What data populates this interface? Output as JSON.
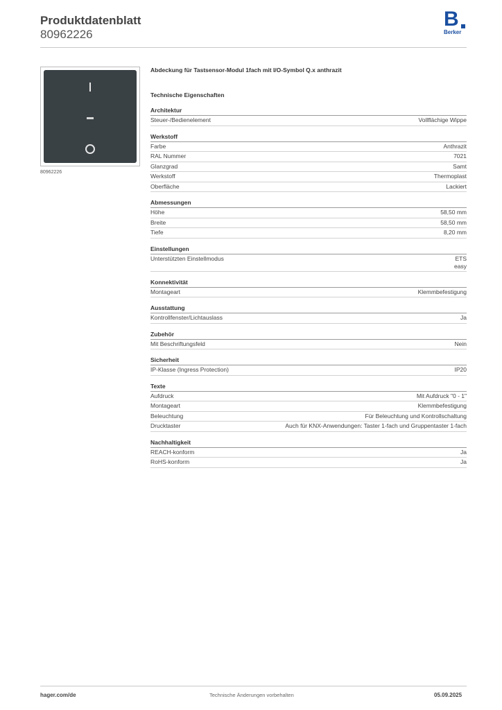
{
  "header": {
    "title": "Produktdatenblatt",
    "article_number": "80962226",
    "brand": "Berker",
    "brand_letter": "B",
    "brand_color": "#1a4fa0"
  },
  "product": {
    "image_caption": "80962226",
    "name": "Abdeckung für Tastsensor-Modul 1fach mit I/O-Symbol Q.x anthrazit",
    "tile_color": "#3a4145"
  },
  "section_title": "Technische Eigenschaften",
  "groups": [
    {
      "title": "Architektur",
      "rows": [
        {
          "label": "Steuer-/Bedienelement",
          "value": "Vollflächige Wippe"
        }
      ]
    },
    {
      "title": "Werkstoff",
      "rows": [
        {
          "label": "Farbe",
          "value": "Anthrazit"
        },
        {
          "label": "RAL Nummer",
          "value": "7021"
        },
        {
          "label": "Glanzgrad",
          "value": "Samt"
        },
        {
          "label": "Werkstoff",
          "value": "Thermoplast"
        },
        {
          "label": "Oberfläche",
          "value": "Lackiert"
        }
      ]
    },
    {
      "title": "Abmessungen",
      "rows": [
        {
          "label": "Höhe",
          "value": "58,50 mm"
        },
        {
          "label": "Breite",
          "value": "58,50 mm"
        },
        {
          "label": "Tiefe",
          "value": "8,20 mm"
        }
      ]
    },
    {
      "title": "Einstellungen",
      "rows": [
        {
          "label": "Unterstützten Einstellmodus",
          "value": "ETS",
          "value2": "easy"
        }
      ]
    },
    {
      "title": "Konnektivität",
      "rows": [
        {
          "label": "Montageart",
          "value": "Klemmbefestigung"
        }
      ]
    },
    {
      "title": "Ausstattung",
      "rows": [
        {
          "label": "Kontrollfenster/Lichtauslass",
          "value": "Ja"
        }
      ]
    },
    {
      "title": "Zubehör",
      "rows": [
        {
          "label": "Mit Beschriftungsfeld",
          "value": "Nein"
        }
      ]
    },
    {
      "title": "Sicherheit",
      "rows": [
        {
          "label": "IP-Klasse (Ingress Protection)",
          "value": "IP20"
        }
      ]
    },
    {
      "title": "Texte",
      "rows": [
        {
          "label": "Aufdruck",
          "value": "Mit Aufdruck \"0 - 1\""
        },
        {
          "label": "Montageart",
          "value": "Klemmbefestigung"
        },
        {
          "label": "Beleuchtung",
          "value": "Für Beleuchtung und Kontrollschaltung"
        },
        {
          "label": "Drucktaster",
          "value": "Auch für KNX-Anwendungen: Taster 1-fach und Gruppentaster 1-fach"
        }
      ]
    },
    {
      "title": "Nachhaltigkeit",
      "rows": [
        {
          "label": "REACH-konform",
          "value": "Ja"
        },
        {
          "label": "RoHS-konform",
          "value": "Ja"
        }
      ]
    }
  ],
  "footer": {
    "website": "hager.com/de",
    "disclaimer": "Technische Änderungen vorbehalten",
    "date": "05.09.2025"
  }
}
